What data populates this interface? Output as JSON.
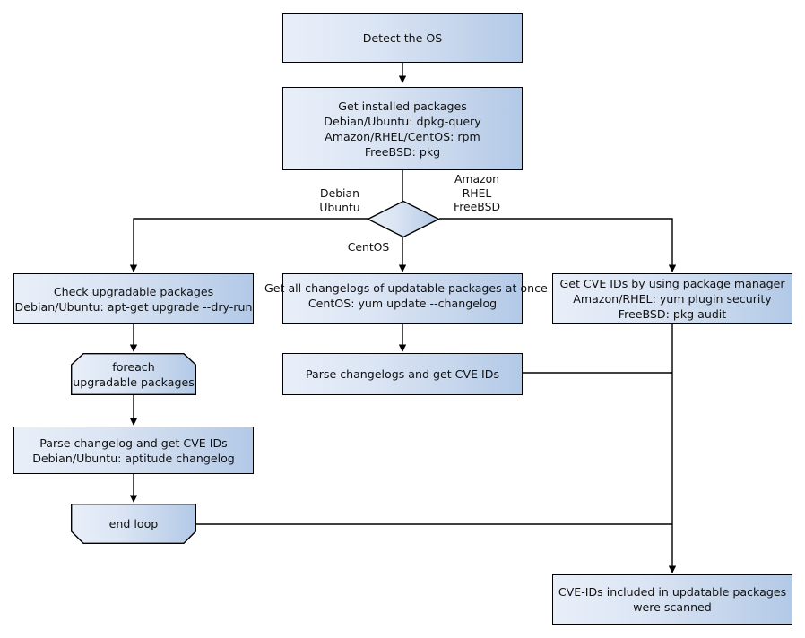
{
  "diagram": {
    "title": "Vuls vulnerability scan flow",
    "background": "#ffffff",
    "node_fill_light": "#e9eff9",
    "node_fill_dark": "#b2c9e7",
    "stroke": "#000000"
  },
  "nodes": {
    "detect_os": {
      "label": "Detect the OS",
      "lines": [
        "Detect the OS"
      ]
    },
    "get_installed": {
      "lines": [
        "Get installed packages",
        "Debian/Ubuntu: dpkg-query",
        "Amazon/RHEL/CentOS: rpm",
        "FreeBSD: pkg"
      ]
    },
    "decision": {
      "label": ""
    },
    "check_upgradable": {
      "lines": [
        "Check upgradable packages",
        "Debian/Ubuntu: apt-get upgrade --dry-run"
      ]
    },
    "get_changelogs": {
      "lines": [
        "Get all changelogs of updatable packages at once",
        "CentOS: yum update --changelog"
      ]
    },
    "get_cve_ids_pm": {
      "lines": [
        "Get CVE IDs by using package manager",
        "Amazon/RHEL: yum plugin security",
        "FreeBSD: pkg audit"
      ]
    },
    "foreach_loop": {
      "lines": [
        "foreach",
        "upgradable  packages"
      ]
    },
    "parse_changelogs_center": {
      "lines": [
        "Parse changelogs and get CVE IDs"
      ]
    },
    "parse_changelog_left": {
      "lines": [
        "Parse changelog and get  CVE IDs",
        "Debian/Ubuntu: aptitude changelog"
      ]
    },
    "end_loop": {
      "lines": [
        "end loop"
      ]
    },
    "scanned_result": {
      "lines": [
        "CVE-IDs included in updatable packages",
        "were scanned"
      ]
    }
  },
  "edge_labels": {
    "left_branch": [
      "Debian",
      "Ubuntu"
    ],
    "right_branch": [
      "Amazon",
      "RHEL",
      "FreeBSD"
    ],
    "down_branch": [
      "CentOS"
    ]
  }
}
